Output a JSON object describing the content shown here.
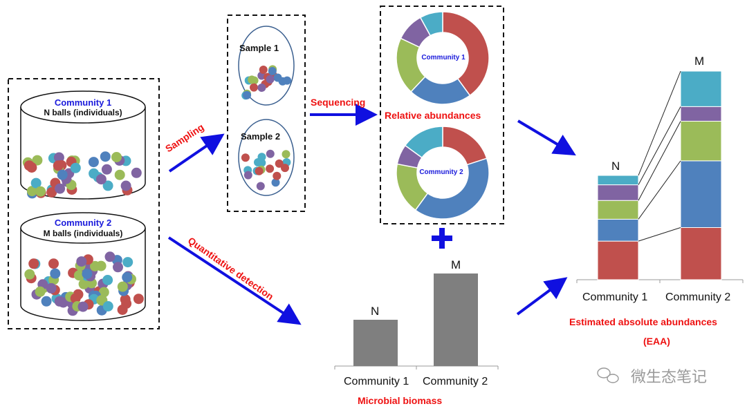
{
  "communities": {
    "c1": {
      "title": "Community 1",
      "desc": "N balls (individuals)"
    },
    "c2": {
      "title": "Community 2",
      "desc": "M balls (individuals)"
    }
  },
  "samples": {
    "s1": "Sample 1",
    "s2": "Sample 2"
  },
  "steps": {
    "sampling": "Sampling",
    "sequencing": "Sequencing",
    "quant": "Quantitative detection",
    "plus": "+"
  },
  "relative": {
    "title": "Relative  abundances",
    "donut1_label": "Community 1",
    "donut2_label": "Community 2",
    "donut1": [
      {
        "color": "#c0504d",
        "value": 40
      },
      {
        "color": "#4f81bd",
        "value": 22
      },
      {
        "color": "#9bbb59",
        "value": 20
      },
      {
        "color": "#8064a2",
        "value": 10
      },
      {
        "color": "#4bacc6",
        "value": 8
      }
    ],
    "donut2": [
      {
        "color": "#c0504d",
        "value": 20
      },
      {
        "color": "#4f81bd",
        "value": 40
      },
      {
        "color": "#9bbb59",
        "value": 18
      },
      {
        "color": "#8064a2",
        "value": 7
      },
      {
        "color": "#4bacc6",
        "value": 15
      }
    ]
  },
  "chart_data": [
    {
      "type": "bar",
      "categories": [
        "Community 1",
        "Community 2"
      ],
      "values": [
        1,
        2
      ],
      "data_labels": [
        "N",
        "M"
      ],
      "title": "Microbial biomass",
      "xlabel": "",
      "ylabel": "",
      "color": "#7f7f7f"
    },
    {
      "type": "bar",
      "stacked": true,
      "categories": [
        "Community 1",
        "Community 2"
      ],
      "data_labels": [
        "N",
        "M"
      ],
      "title": "Estimated absolute  abundances",
      "subtitle": "(EAA)",
      "series": [
        {
          "color": "#c0504d",
          "values": [
            0.37,
            0.25
          ]
        },
        {
          "color": "#4f81bd",
          "values": [
            0.21,
            0.32
          ]
        },
        {
          "color": "#9bbb59",
          "values": [
            0.18,
            0.19
          ]
        },
        {
          "color": "#8064a2",
          "values": [
            0.15,
            0.07
          ]
        },
        {
          "color": "#4bacc6",
          "values": [
            0.09,
            0.17
          ]
        }
      ],
      "totals": [
        1,
        2
      ]
    }
  ],
  "watermark": {
    "text": "微生态笔记"
  },
  "colors": {
    "red": "#c0504d",
    "blue": "#4f81bd",
    "green": "#9bbb59",
    "purple": "#8064a2",
    "cyan": "#4bacc6",
    "arrow": "#1010e0"
  }
}
